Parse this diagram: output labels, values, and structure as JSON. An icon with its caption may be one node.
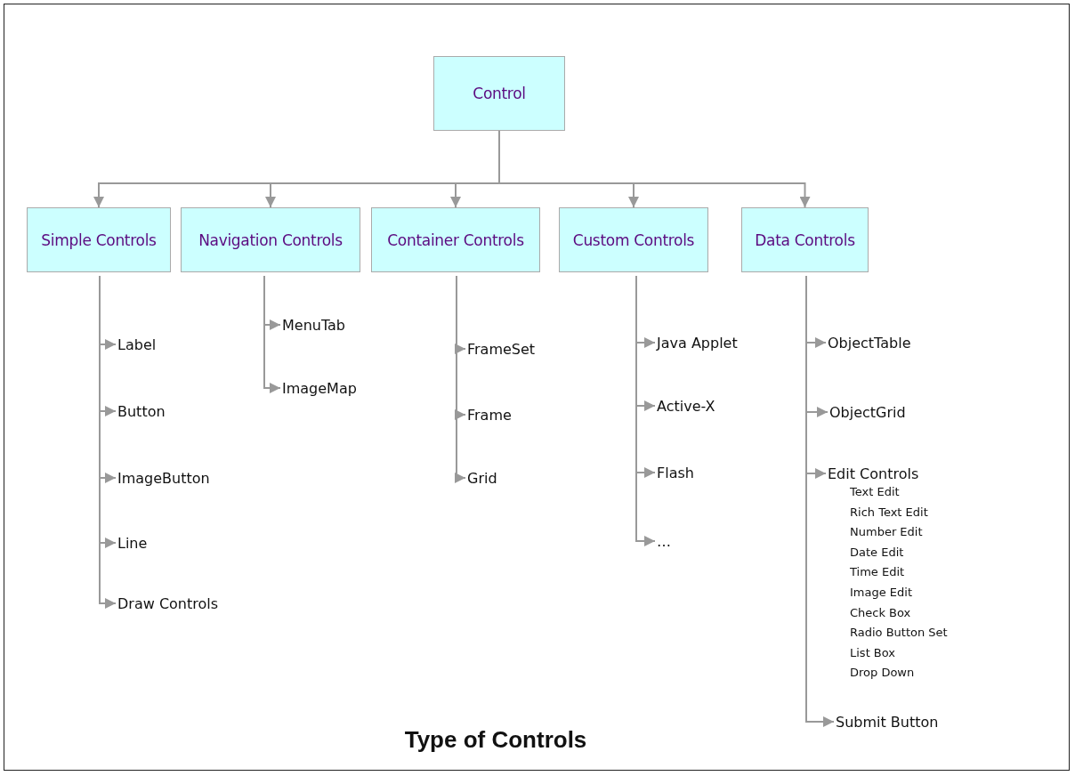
{
  "diagram": {
    "title": "Type of Controls",
    "nodes": [
      {
        "text": [
          "Control"
        ]
      },
      {
        "text": [
          "Simple Controls"
        ]
      },
      {
        "text": [
          "Navigation Controls"
        ]
      },
      {
        "text": [
          "Container Controls"
        ]
      },
      {
        "text": [
          "Custom Controls"
        ]
      },
      {
        "text": [
          "Data Controls"
        ]
      },
      {
        "text": [
          "Label"
        ]
      },
      {
        "text": [
          "Button"
        ]
      },
      {
        "text": [
          "ImageButton"
        ]
      },
      {
        "text": [
          "Line"
        ]
      },
      {
        "text": [
          "Draw Controls"
        ]
      },
      {
        "text": [
          "MenuTab"
        ]
      },
      {
        "text": [
          "ImageMap"
        ]
      },
      {
        "text": [
          "FrameSet"
        ]
      },
      {
        "text": [
          "Frame"
        ]
      },
      {
        "text": [
          "Grid"
        ]
      },
      {
        "text": [
          "Java Applet"
        ]
      },
      {
        "text": [
          "Active-X"
        ]
      },
      {
        "text": [
          "Flash"
        ]
      },
      {
        "text": [
          "…"
        ]
      },
      {
        "text": [
          "ObjectTable"
        ]
      },
      {
        "text": [
          "ObjectGrid"
        ]
      },
      {
        "text": [
          "Edit Controls"
        ],
        "beside": [
          "Text Edit",
          "Rich Text Edit",
          "Number Edit",
          "Date Edit",
          "Time Edit",
          "Image Edit",
          "Check Box",
          "Radio Button Set",
          "List Box",
          "Drop Down"
        ]
      },
      {
        "text": [
          "Submit Button"
        ]
      }
    ],
    "edges": [
      {
        "from": 0,
        "to": 1,
        "arrow": "to"
      },
      {
        "from": 0,
        "to": 2,
        "arrow": "to"
      },
      {
        "from": 0,
        "to": 3,
        "arrow": "to"
      },
      {
        "from": 0,
        "to": 4,
        "arrow": "to"
      },
      {
        "from": 0,
        "to": 5,
        "arrow": "to"
      },
      {
        "from": 1,
        "to": 6,
        "arrow": "to"
      },
      {
        "from": 1,
        "to": 7,
        "arrow": "to"
      },
      {
        "from": 1,
        "to": 8,
        "arrow": "to"
      },
      {
        "from": 1,
        "to": 9,
        "arrow": "to"
      },
      {
        "from": 1,
        "to": 10,
        "arrow": "to"
      },
      {
        "from": 2,
        "to": 11,
        "arrow": "to"
      },
      {
        "from": 2,
        "to": 12,
        "arrow": "to"
      },
      {
        "from": 3,
        "to": 13,
        "arrow": "to"
      },
      {
        "from": 3,
        "to": 14,
        "arrow": "to"
      },
      {
        "from": 3,
        "to": 15,
        "arrow": "to"
      },
      {
        "from": 4,
        "to": 16,
        "arrow": "to"
      },
      {
        "from": 4,
        "to": 17,
        "arrow": "to"
      },
      {
        "from": 4,
        "to": 18,
        "arrow": "to"
      },
      {
        "from": 4,
        "to": 19,
        "arrow": "to"
      },
      {
        "from": 5,
        "to": 20,
        "arrow": "to"
      },
      {
        "from": 5,
        "to": 21,
        "arrow": "to"
      },
      {
        "from": 5,
        "to": 22,
        "arrow": "to"
      },
      {
        "from": 5,
        "to": 23,
        "arrow": "to"
      }
    ]
  }
}
